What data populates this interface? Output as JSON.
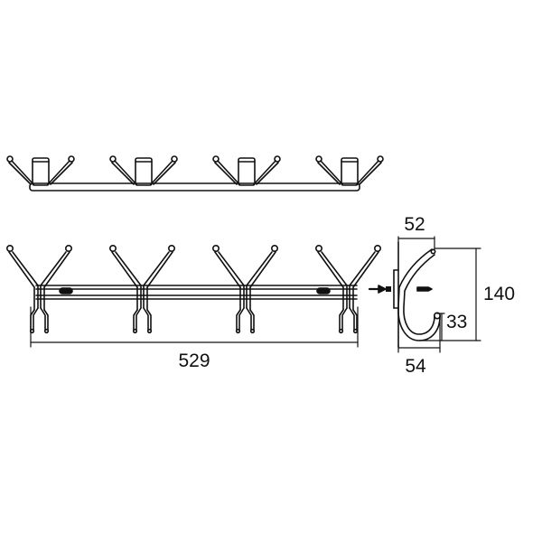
{
  "dimensions": {
    "total_length": "529",
    "hook_top_width": "52",
    "hook_height": "140",
    "hook_inner": "33",
    "hook_bottom_depth": "54"
  },
  "colors": {
    "line": "#111111",
    "background": "#ffffff"
  }
}
